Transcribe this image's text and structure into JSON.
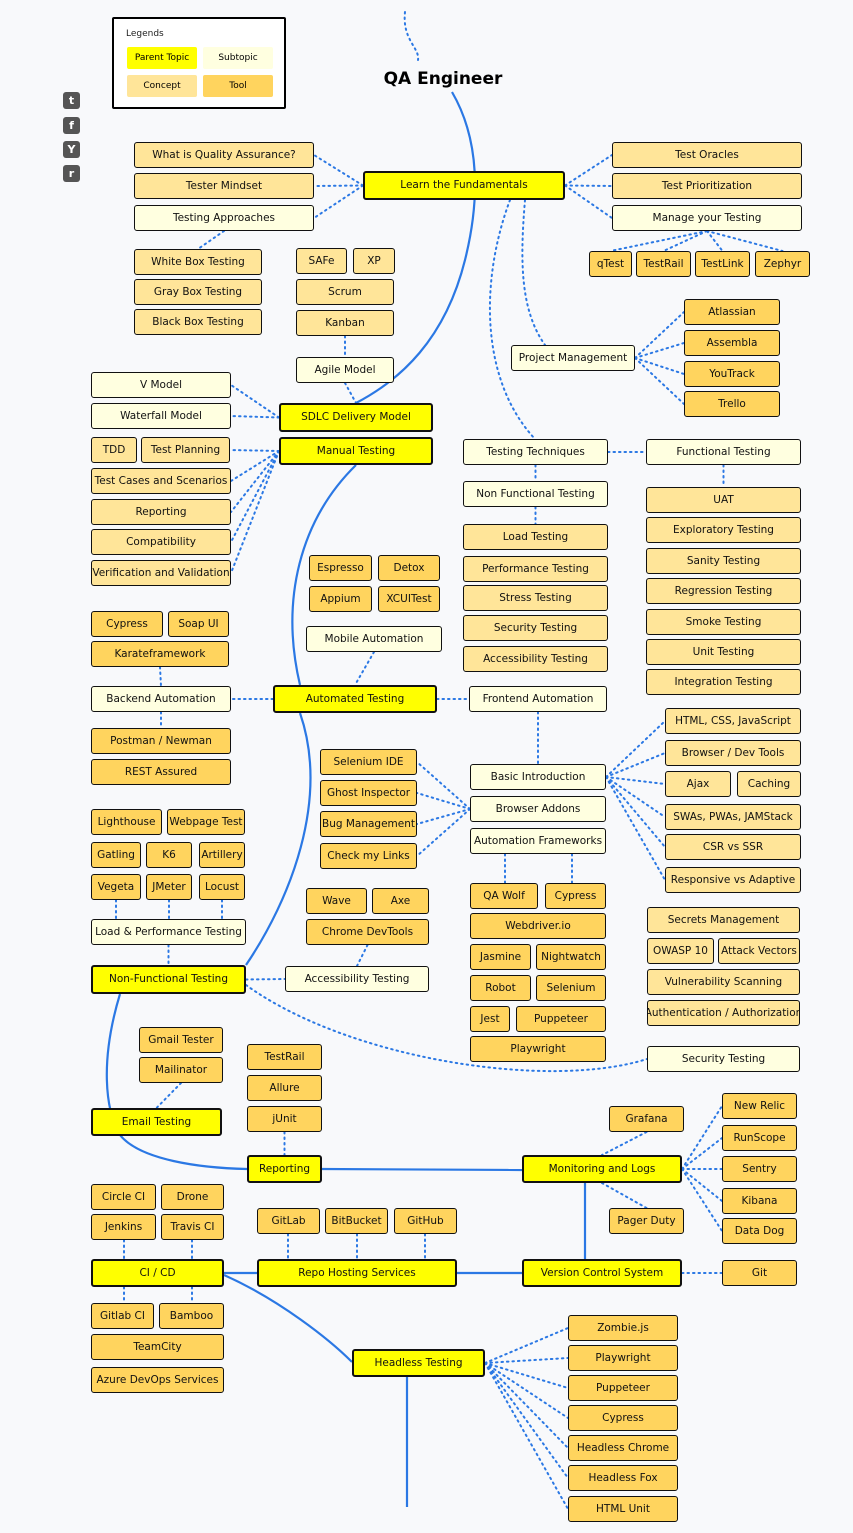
{
  "title": "QA Engineer",
  "legend": {
    "heading": "Legends",
    "items": [
      {
        "label": "Parent Topic",
        "kind": "parent"
      },
      {
        "label": "Subtopic",
        "kind": "subtopic"
      },
      {
        "label": "Concept",
        "kind": "concept"
      },
      {
        "label": "Tool",
        "kind": "tool"
      }
    ]
  },
  "colors": {
    "parent": "#ffff00",
    "subtopic": "#ffffe0",
    "concept": "#ffe599",
    "tool": "#ffd45e",
    "line": "#2b78e4"
  },
  "social": [
    {
      "name": "twitter-icon",
      "glyph": "t"
    },
    {
      "name": "facebook-icon",
      "glyph": "f"
    },
    {
      "name": "hackernews-icon",
      "glyph": "Y"
    },
    {
      "name": "reddit-icon",
      "glyph": "r"
    }
  ],
  "nodes": [
    {
      "id": "fund",
      "label": "Learn the Fundamentals",
      "kind": "parent"
    },
    {
      "id": "wiqa",
      "label": "What is Quality Assurance?",
      "kind": "concept"
    },
    {
      "id": "tmind",
      "label": "Tester Mindset",
      "kind": "concept"
    },
    {
      "id": "tappr",
      "label": "Testing Approaches",
      "kind": "subtopic"
    },
    {
      "id": "white",
      "label": "White Box Testing",
      "kind": "concept"
    },
    {
      "id": "gray",
      "label": "Gray Box Testing",
      "kind": "concept"
    },
    {
      "id": "black",
      "label": "Black Box Testing",
      "kind": "concept"
    },
    {
      "id": "oracles",
      "label": "Test Oracles",
      "kind": "concept"
    },
    {
      "id": "prio",
      "label": "Test Prioritization",
      "kind": "concept"
    },
    {
      "id": "manage",
      "label": "Manage your Testing",
      "kind": "subtopic"
    },
    {
      "id": "qtest",
      "label": "qTest",
      "kind": "tool"
    },
    {
      "id": "testrail1",
      "label": "TestRail",
      "kind": "tool"
    },
    {
      "id": "testlink",
      "label": "TestLink",
      "kind": "tool"
    },
    {
      "id": "zephyr",
      "label": "Zephyr",
      "kind": "tool"
    },
    {
      "id": "safe",
      "label": "SAFe",
      "kind": "concept"
    },
    {
      "id": "xp",
      "label": "XP",
      "kind": "concept"
    },
    {
      "id": "scrum",
      "label": "Scrum",
      "kind": "concept"
    },
    {
      "id": "kanban",
      "label": "Kanban",
      "kind": "concept"
    },
    {
      "id": "agile",
      "label": "Agile Model",
      "kind": "subtopic"
    },
    {
      "id": "pm",
      "label": "Project Management",
      "kind": "subtopic"
    },
    {
      "id": "atlassian",
      "label": "Atlassian",
      "kind": "tool"
    },
    {
      "id": "assembla",
      "label": "Assembla",
      "kind": "tool"
    },
    {
      "id": "youtrack",
      "label": "YouTrack",
      "kind": "tool"
    },
    {
      "id": "trello",
      "label": "Trello",
      "kind": "tool"
    },
    {
      "id": "vmodel",
      "label": "V Model",
      "kind": "subtopic"
    },
    {
      "id": "waterfall",
      "label": "Waterfall Model",
      "kind": "subtopic"
    },
    {
      "id": "sdlc",
      "label": "SDLC Delivery Model",
      "kind": "parent"
    },
    {
      "id": "manual",
      "label": "Manual Testing",
      "kind": "parent"
    },
    {
      "id": "tdd",
      "label": "TDD",
      "kind": "concept"
    },
    {
      "id": "tplan",
      "label": "Test Planning",
      "kind": "concept"
    },
    {
      "id": "tcases",
      "label": "Test Cases and Scenarios",
      "kind": "concept"
    },
    {
      "id": "reporting1",
      "label": "Reporting",
      "kind": "concept"
    },
    {
      "id": "compat",
      "label": "Compatibility",
      "kind": "concept"
    },
    {
      "id": "verif",
      "label": "Verification and Validation",
      "kind": "concept"
    },
    {
      "id": "techniques",
      "label": "Testing Techniques",
      "kind": "subtopic"
    },
    {
      "id": "functional",
      "label": "Functional Testing",
      "kind": "subtopic"
    },
    {
      "id": "nonfunc1",
      "label": "Non Functional Testing",
      "kind": "subtopic"
    },
    {
      "id": "load",
      "label": "Load Testing",
      "kind": "concept"
    },
    {
      "id": "perf",
      "label": "Performance Testing",
      "kind": "concept"
    },
    {
      "id": "stress",
      "label": "Stress Testing",
      "kind": "concept"
    },
    {
      "id": "security1",
      "label": "Security Testing",
      "kind": "concept"
    },
    {
      "id": "access1",
      "label": "Accessibility Testing",
      "kind": "concept"
    },
    {
      "id": "uat",
      "label": "UAT",
      "kind": "concept"
    },
    {
      "id": "explor",
      "label": "Exploratory Testing",
      "kind": "concept"
    },
    {
      "id": "sanity",
      "label": "Sanity Testing",
      "kind": "concept"
    },
    {
      "id": "regress",
      "label": "Regression Testing",
      "kind": "concept"
    },
    {
      "id": "smoke",
      "label": "Smoke Testing",
      "kind": "concept"
    },
    {
      "id": "unit",
      "label": "Unit Testing",
      "kind": "concept"
    },
    {
      "id": "integ",
      "label": "Integration Testing",
      "kind": "concept"
    },
    {
      "id": "espresso",
      "label": "Espresso",
      "kind": "tool"
    },
    {
      "id": "detox",
      "label": "Detox",
      "kind": "tool"
    },
    {
      "id": "appium",
      "label": "Appium",
      "kind": "tool"
    },
    {
      "id": "xcui",
      "label": "XCUITest",
      "kind": "tool"
    },
    {
      "id": "mobile",
      "label": "Mobile Automation",
      "kind": "subtopic"
    },
    {
      "id": "cypress1",
      "label": "Cypress",
      "kind": "tool"
    },
    {
      "id": "soapui",
      "label": "Soap UI",
      "kind": "tool"
    },
    {
      "id": "karate",
      "label": "Karateframework",
      "kind": "tool"
    },
    {
      "id": "backend",
      "label": "Backend Automation",
      "kind": "subtopic"
    },
    {
      "id": "automated",
      "label": "Automated Testing",
      "kind": "parent"
    },
    {
      "id": "frontend",
      "label": "Frontend Automation",
      "kind": "subtopic"
    },
    {
      "id": "postman",
      "label": "Postman / Newman",
      "kind": "tool"
    },
    {
      "id": "restassured",
      "label": "REST Assured",
      "kind": "tool"
    },
    {
      "id": "html",
      "label": "HTML, CSS, JavaScript",
      "kind": "concept"
    },
    {
      "id": "devtools",
      "label": "Browser / Dev Tools",
      "kind": "concept"
    },
    {
      "id": "ajax",
      "label": "Ajax",
      "kind": "concept"
    },
    {
      "id": "caching",
      "label": "Caching",
      "kind": "concept"
    },
    {
      "id": "swas",
      "label": "SWAs, PWAs, JAMStack",
      "kind": "concept"
    },
    {
      "id": "csr",
      "label": "CSR vs SSR",
      "kind": "concept"
    },
    {
      "id": "responsive",
      "label": "Responsive vs Adaptive",
      "kind": "concept"
    },
    {
      "id": "seleniumide",
      "label": "Selenium IDE",
      "kind": "tool"
    },
    {
      "id": "ghost",
      "label": "Ghost Inspector",
      "kind": "tool"
    },
    {
      "id": "bugmgmt",
      "label": "Bug Management",
      "kind": "tool"
    },
    {
      "id": "checklinks",
      "label": "Check my Links",
      "kind": "tool"
    },
    {
      "id": "basicintro",
      "label": "Basic Introduction",
      "kind": "subtopic"
    },
    {
      "id": "addons",
      "label": "Browser Addons",
      "kind": "subtopic"
    },
    {
      "id": "frameworks",
      "label": "Automation Frameworks",
      "kind": "subtopic"
    },
    {
      "id": "qawolf",
      "label": "QA Wolf",
      "kind": "tool"
    },
    {
      "id": "cypress2",
      "label": "Cypress",
      "kind": "tool"
    },
    {
      "id": "webdriverio",
      "label": "Webdriver.io",
      "kind": "tool"
    },
    {
      "id": "jasmine",
      "label": "Jasmine",
      "kind": "tool"
    },
    {
      "id": "nightwatch",
      "label": "Nightwatch",
      "kind": "tool"
    },
    {
      "id": "robot",
      "label": "Robot",
      "kind": "tool"
    },
    {
      "id": "selenium",
      "label": "Selenium",
      "kind": "tool"
    },
    {
      "id": "jest",
      "label": "Jest",
      "kind": "tool"
    },
    {
      "id": "puppeteer1",
      "label": "Puppeteer",
      "kind": "tool"
    },
    {
      "id": "playwright1",
      "label": "Playwright",
      "kind": "tool"
    },
    {
      "id": "lighthouse",
      "label": "Lighthouse",
      "kind": "tool"
    },
    {
      "id": "webpagetest",
      "label": "Webpage Test",
      "kind": "tool"
    },
    {
      "id": "gatling",
      "label": "Gatling",
      "kind": "tool"
    },
    {
      "id": "k6",
      "label": "K6",
      "kind": "tool"
    },
    {
      "id": "artillery",
      "label": "Artillery",
      "kind": "tool"
    },
    {
      "id": "vegeta",
      "label": "Vegeta",
      "kind": "tool"
    },
    {
      "id": "jmeter",
      "label": "JMeter",
      "kind": "tool"
    },
    {
      "id": "locust",
      "label": "Locust",
      "kind": "tool"
    },
    {
      "id": "loadperf",
      "label": "Load & Performance Testing",
      "kind": "subtopic"
    },
    {
      "id": "wave",
      "label": "Wave",
      "kind": "tool"
    },
    {
      "id": "axe",
      "label": "Axe",
      "kind": "tool"
    },
    {
      "id": "chromedev",
      "label": "Chrome DevTools",
      "kind": "tool"
    },
    {
      "id": "access2",
      "label": "Accessibility Testing",
      "kind": "subtopic"
    },
    {
      "id": "nonfunc2",
      "label": "Non-Functional Testing",
      "kind": "parent"
    },
    {
      "id": "secrets",
      "label": "Secrets Management",
      "kind": "concept"
    },
    {
      "id": "owasp",
      "label": "OWASP 10",
      "kind": "concept"
    },
    {
      "id": "attack",
      "label": "Attack Vectors",
      "kind": "concept"
    },
    {
      "id": "vuln",
      "label": "Vulnerability Scanning",
      "kind": "concept"
    },
    {
      "id": "auth",
      "label": "Authentication / Authorization",
      "kind": "concept"
    },
    {
      "id": "security2",
      "label": "Security Testing",
      "kind": "subtopic"
    },
    {
      "id": "gmail",
      "label": "Gmail Tester",
      "kind": "tool"
    },
    {
      "id": "mailinator",
      "label": "Mailinator",
      "kind": "tool"
    },
    {
      "id": "email",
      "label": "Email Testing",
      "kind": "parent"
    },
    {
      "id": "testrail2",
      "label": "TestRail",
      "kind": "tool"
    },
    {
      "id": "allure",
      "label": "Allure",
      "kind": "tool"
    },
    {
      "id": "junit",
      "label": "jUnit",
      "kind": "tool"
    },
    {
      "id": "reporting2",
      "label": "Reporting",
      "kind": "parent"
    },
    {
      "id": "grafana",
      "label": "Grafana",
      "kind": "tool"
    },
    {
      "id": "monitoring",
      "label": "Monitoring and Logs",
      "kind": "parent"
    },
    {
      "id": "pagerduty",
      "label": "Pager Duty",
      "kind": "tool"
    },
    {
      "id": "newrelic",
      "label": "New Relic",
      "kind": "tool"
    },
    {
      "id": "runscope",
      "label": "RunScope",
      "kind": "tool"
    },
    {
      "id": "sentry",
      "label": "Sentry",
      "kind": "tool"
    },
    {
      "id": "kibana",
      "label": "Kibana",
      "kind": "tool"
    },
    {
      "id": "datadog",
      "label": "Data Dog",
      "kind": "tool"
    },
    {
      "id": "circleci",
      "label": "Circle CI",
      "kind": "tool"
    },
    {
      "id": "drone",
      "label": "Drone",
      "kind": "tool"
    },
    {
      "id": "jenkins",
      "label": "Jenkins",
      "kind": "tool"
    },
    {
      "id": "travis",
      "label": "Travis CI",
      "kind": "tool"
    },
    {
      "id": "cicd",
      "label": "CI / CD",
      "kind": "parent"
    },
    {
      "id": "gitlabci",
      "label": "Gitlab CI",
      "kind": "tool"
    },
    {
      "id": "bamboo",
      "label": "Bamboo",
      "kind": "tool"
    },
    {
      "id": "teamcity",
      "label": "TeamCity",
      "kind": "tool"
    },
    {
      "id": "azure",
      "label": "Azure DevOps Services",
      "kind": "tool"
    },
    {
      "id": "gitlab",
      "label": "GitLab",
      "kind": "tool"
    },
    {
      "id": "bitbucket",
      "label": "BitBucket",
      "kind": "tool"
    },
    {
      "id": "github",
      "label": "GitHub",
      "kind": "tool"
    },
    {
      "id": "repohost",
      "label": "Repo Hosting Services",
      "kind": "parent"
    },
    {
      "id": "vcs",
      "label": "Version Control System",
      "kind": "parent"
    },
    {
      "id": "git",
      "label": "Git",
      "kind": "tool"
    },
    {
      "id": "headless",
      "label": "Headless Testing",
      "kind": "parent"
    },
    {
      "id": "zombie",
      "label": "Zombie.js",
      "kind": "tool"
    },
    {
      "id": "playwright2",
      "label": "Playwright",
      "kind": "tool"
    },
    {
      "id": "puppeteer2",
      "label": "Puppeteer",
      "kind": "tool"
    },
    {
      "id": "cypress3",
      "label": "Cypress",
      "kind": "tool"
    },
    {
      "id": "hchrome",
      "label": "Headless Chrome",
      "kind": "tool"
    },
    {
      "id": "hfox",
      "label": "Headless Fox",
      "kind": "tool"
    },
    {
      "id": "htmlunit",
      "label": "HTML Unit",
      "kind": "tool"
    }
  ]
}
